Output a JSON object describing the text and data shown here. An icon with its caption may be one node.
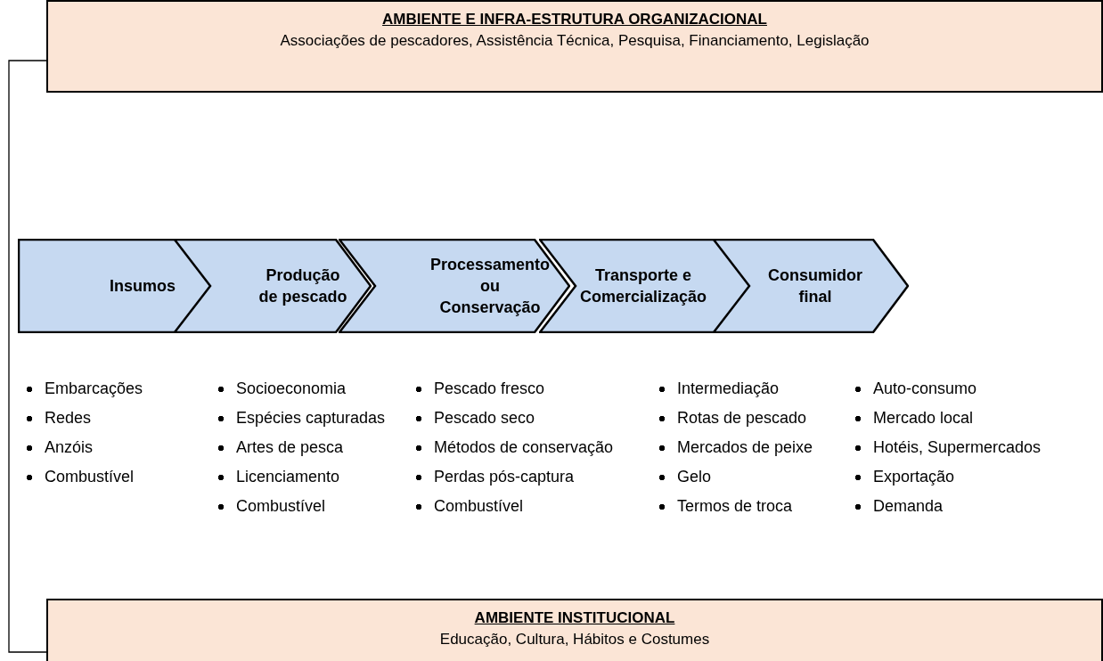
{
  "diagram": {
    "nodes": [
      {
        "text": [
          "AMBIENTE E INFRA-ESTRUTURA ORGANIZACIONAL",
          "Associações de pescadores, Assistência Técnica, Pesquisa, Financiamento, Legislação"
        ]
      },
      {
        "text": [
          "AMBIENTE INSTITUCIONAL",
          "Educação, Cultura, Hábitos e Costumes"
        ]
      },
      {
        "text": [
          "Insumos"
        ],
        "beside": [
          "Embarcações",
          "Redes",
          "Anzóis",
          "Combustível"
        ]
      },
      {
        "text": [
          "Produção de pescado"
        ],
        "beside": [
          "Socioeconomia",
          "Espécies capturadas",
          "Artes de pesca",
          "Licenciamento",
          "Combustível"
        ]
      },
      {
        "text": [
          "Processamento ou Conservação"
        ],
        "beside": [
          "Pescado fresco",
          "Pescado seco",
          "Métodos de conservação",
          "Perdas pós-captura",
          "Combustível"
        ]
      },
      {
        "text": [
          "Transporte e Comercialização"
        ],
        "beside": [
          "Intermediação",
          "Rotas de pescado",
          "Mercados de peixe",
          "Gelo",
          "Termos de troca"
        ]
      },
      {
        "text": [
          "Consumidor final"
        ],
        "beside": [
          "Auto-consumo",
          "Mercado local",
          "Hotéis, Supermercados",
          "Exportação",
          "Demanda"
        ]
      }
    ],
    "edges": [
      {
        "from": 0,
        "to": 1,
        "arrow": "none"
      }
    ]
  }
}
